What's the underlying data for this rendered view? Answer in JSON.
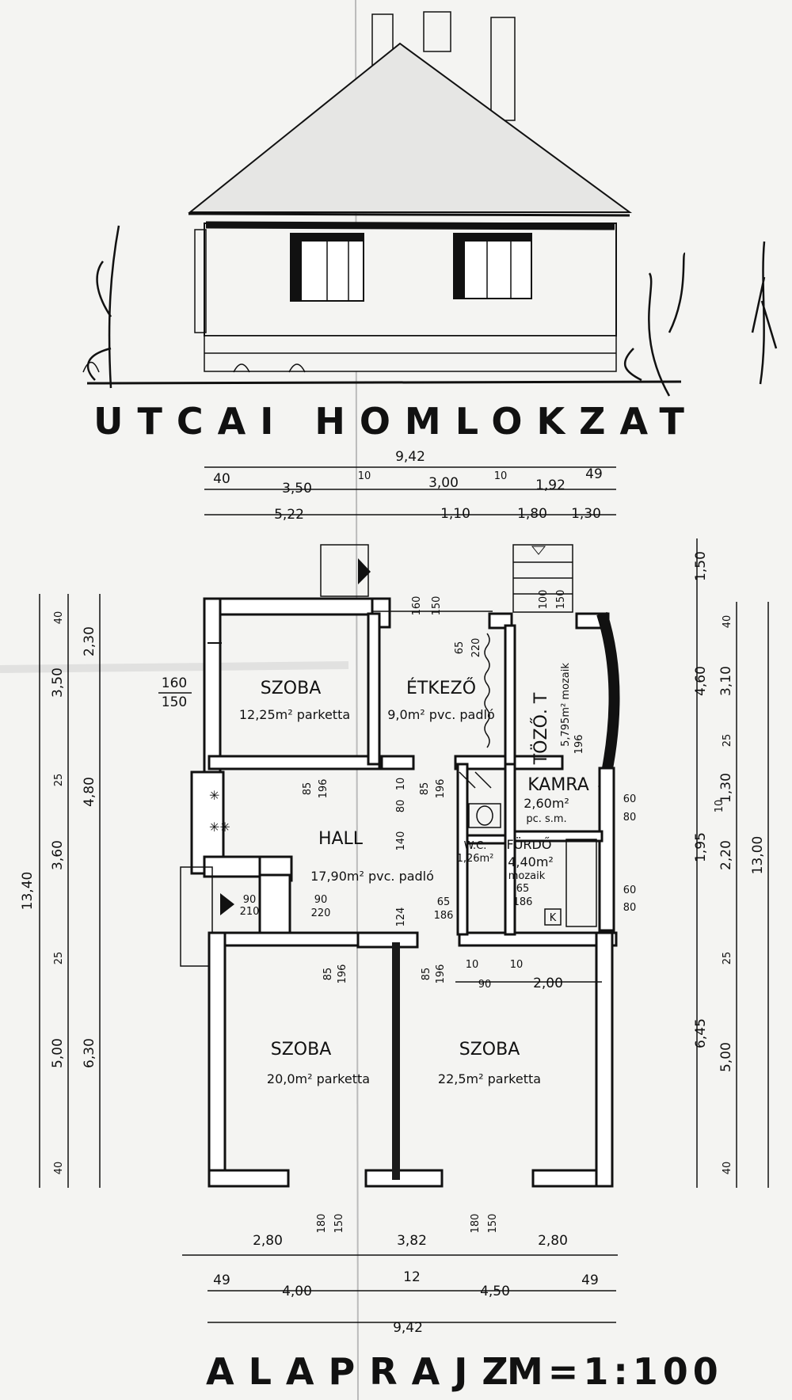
{
  "elevation": {
    "title": "UTCAI HOMLOKZAT"
  },
  "plan": {
    "title": "ALAPRAJZ",
    "scale": "M=1:100",
    "rooms": [
      {
        "name": "SZOBA",
        "area": "12,25m² parketta"
      },
      {
        "name": "ÉTKEZŐ",
        "area": "9,0m² pvc. padló"
      },
      {
        "name": "TÖZŐ. T",
        "area": "5,795m² mozaik"
      },
      {
        "name": "KAMRA",
        "area": "2,60m²",
        "floor": "pc. s.m."
      },
      {
        "name": "HALL",
        "area": "17,90m² pvc. padló"
      },
      {
        "name": "W.C.",
        "area": "1,26m²"
      },
      {
        "name": "FÜRDŐ",
        "area": "4,40m²",
        "floor": "mozaik"
      },
      {
        "name": "SZOBA",
        "area": "20,0m² parketta"
      },
      {
        "name": "SZOBA",
        "area": "22,5m² parketta"
      }
    ],
    "top_dims": {
      "total": "9,42",
      "row1": [
        "40",
        "3,50",
        "10",
        "3,00",
        "10",
        "1,92",
        "49"
      ],
      "row2": [
        "5,22",
        "1,10",
        "1,80",
        "1,30"
      ]
    },
    "bottom_dims": {
      "row1": [
        "2,80",
        "3,82",
        "2,80"
      ],
      "row2": [
        "49",
        "4,00",
        "12",
        "4,50",
        "49"
      ],
      "total": "9,42"
    },
    "left_dims": {
      "total": "13,40",
      "col_outer": [
        "40",
        "3,50",
        "25",
        "3,60",
        "25",
        "5,00",
        "40"
      ],
      "col_inner": [
        "2,30",
        "4,80",
        "6,30"
      ],
      "window": [
        "160",
        "150"
      ]
    },
    "right_dims": {
      "total": "13,00",
      "col_a": [
        "1,50",
        "4,60",
        "1,95",
        "6,45"
      ],
      "col_b": [
        "40",
        "3,10",
        "25",
        "1,30",
        "10",
        "2,20",
        "25",
        "5,00",
        "40"
      ],
      "window1": [
        "60",
        "80"
      ],
      "window2": [
        "60",
        "80"
      ]
    },
    "inner_labels": {
      "door_top": [
        "160",
        "150"
      ],
      "door_top2": [
        "100",
        "150"
      ],
      "etk_door": [
        "65",
        "220"
      ],
      "hall_door1": [
        "85",
        "196"
      ],
      "hall_door2": [
        "85",
        "196"
      ],
      "hall_misc": [
        "10",
        "80",
        "140"
      ],
      "entry_door": [
        "90",
        "210"
      ],
      "hall_entry": [
        "90",
        "220"
      ],
      "hall_bottom": [
        "124"
      ],
      "wc_door": [
        "65",
        "186"
      ],
      "furdo_door": [
        "65",
        "186"
      ],
      "tozo_door": [
        "196"
      ],
      "szoba_doors": [
        "85",
        "196",
        "85",
        "196"
      ],
      "wall_dims": [
        "10",
        "90",
        "10",
        "2,00"
      ],
      "bottom_windows": [
        "180",
        "150",
        "180",
        "150"
      ]
    }
  }
}
